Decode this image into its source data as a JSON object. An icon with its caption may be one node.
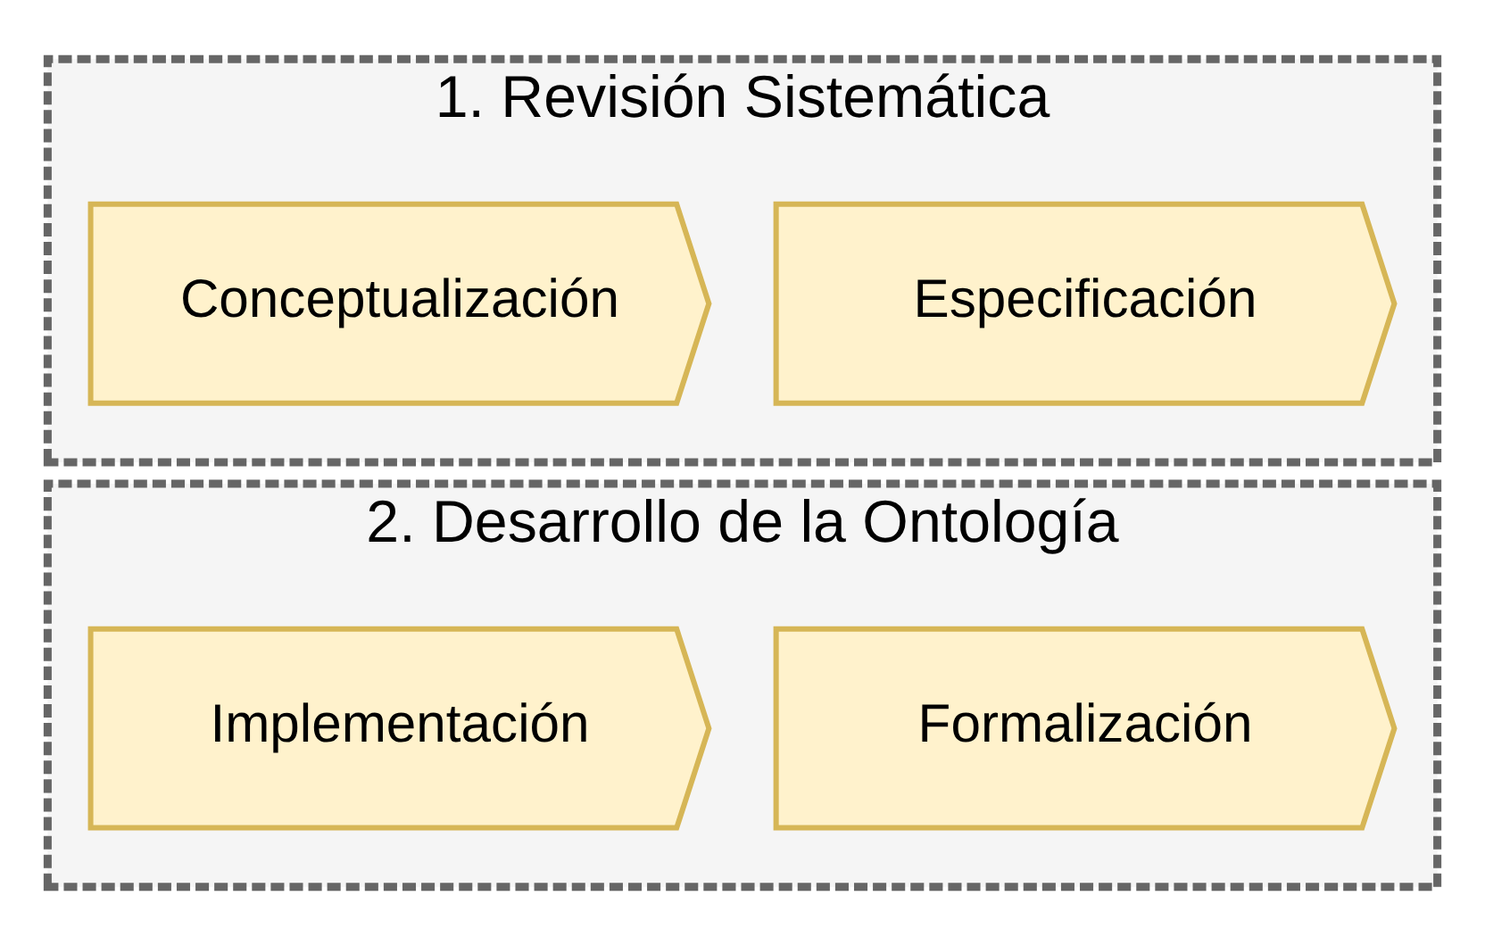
{
  "diagram": {
    "nodes": [
      {
        "text": [
          "1. Revisión Sistemática"
        ]
      },
      {
        "text": [
          "Especificación"
        ],
        "in": 0
      },
      {
        "text": [
          "Conceptualización"
        ],
        "in": 0
      },
      {
        "text": [
          "2. Desarrollo de la Ontología"
        ]
      },
      {
        "text": [
          "Formalización"
        ],
        "in": 3
      },
      {
        "text": [
          "Implementación"
        ],
        "in": 3
      }
    ],
    "edges": []
  }
}
